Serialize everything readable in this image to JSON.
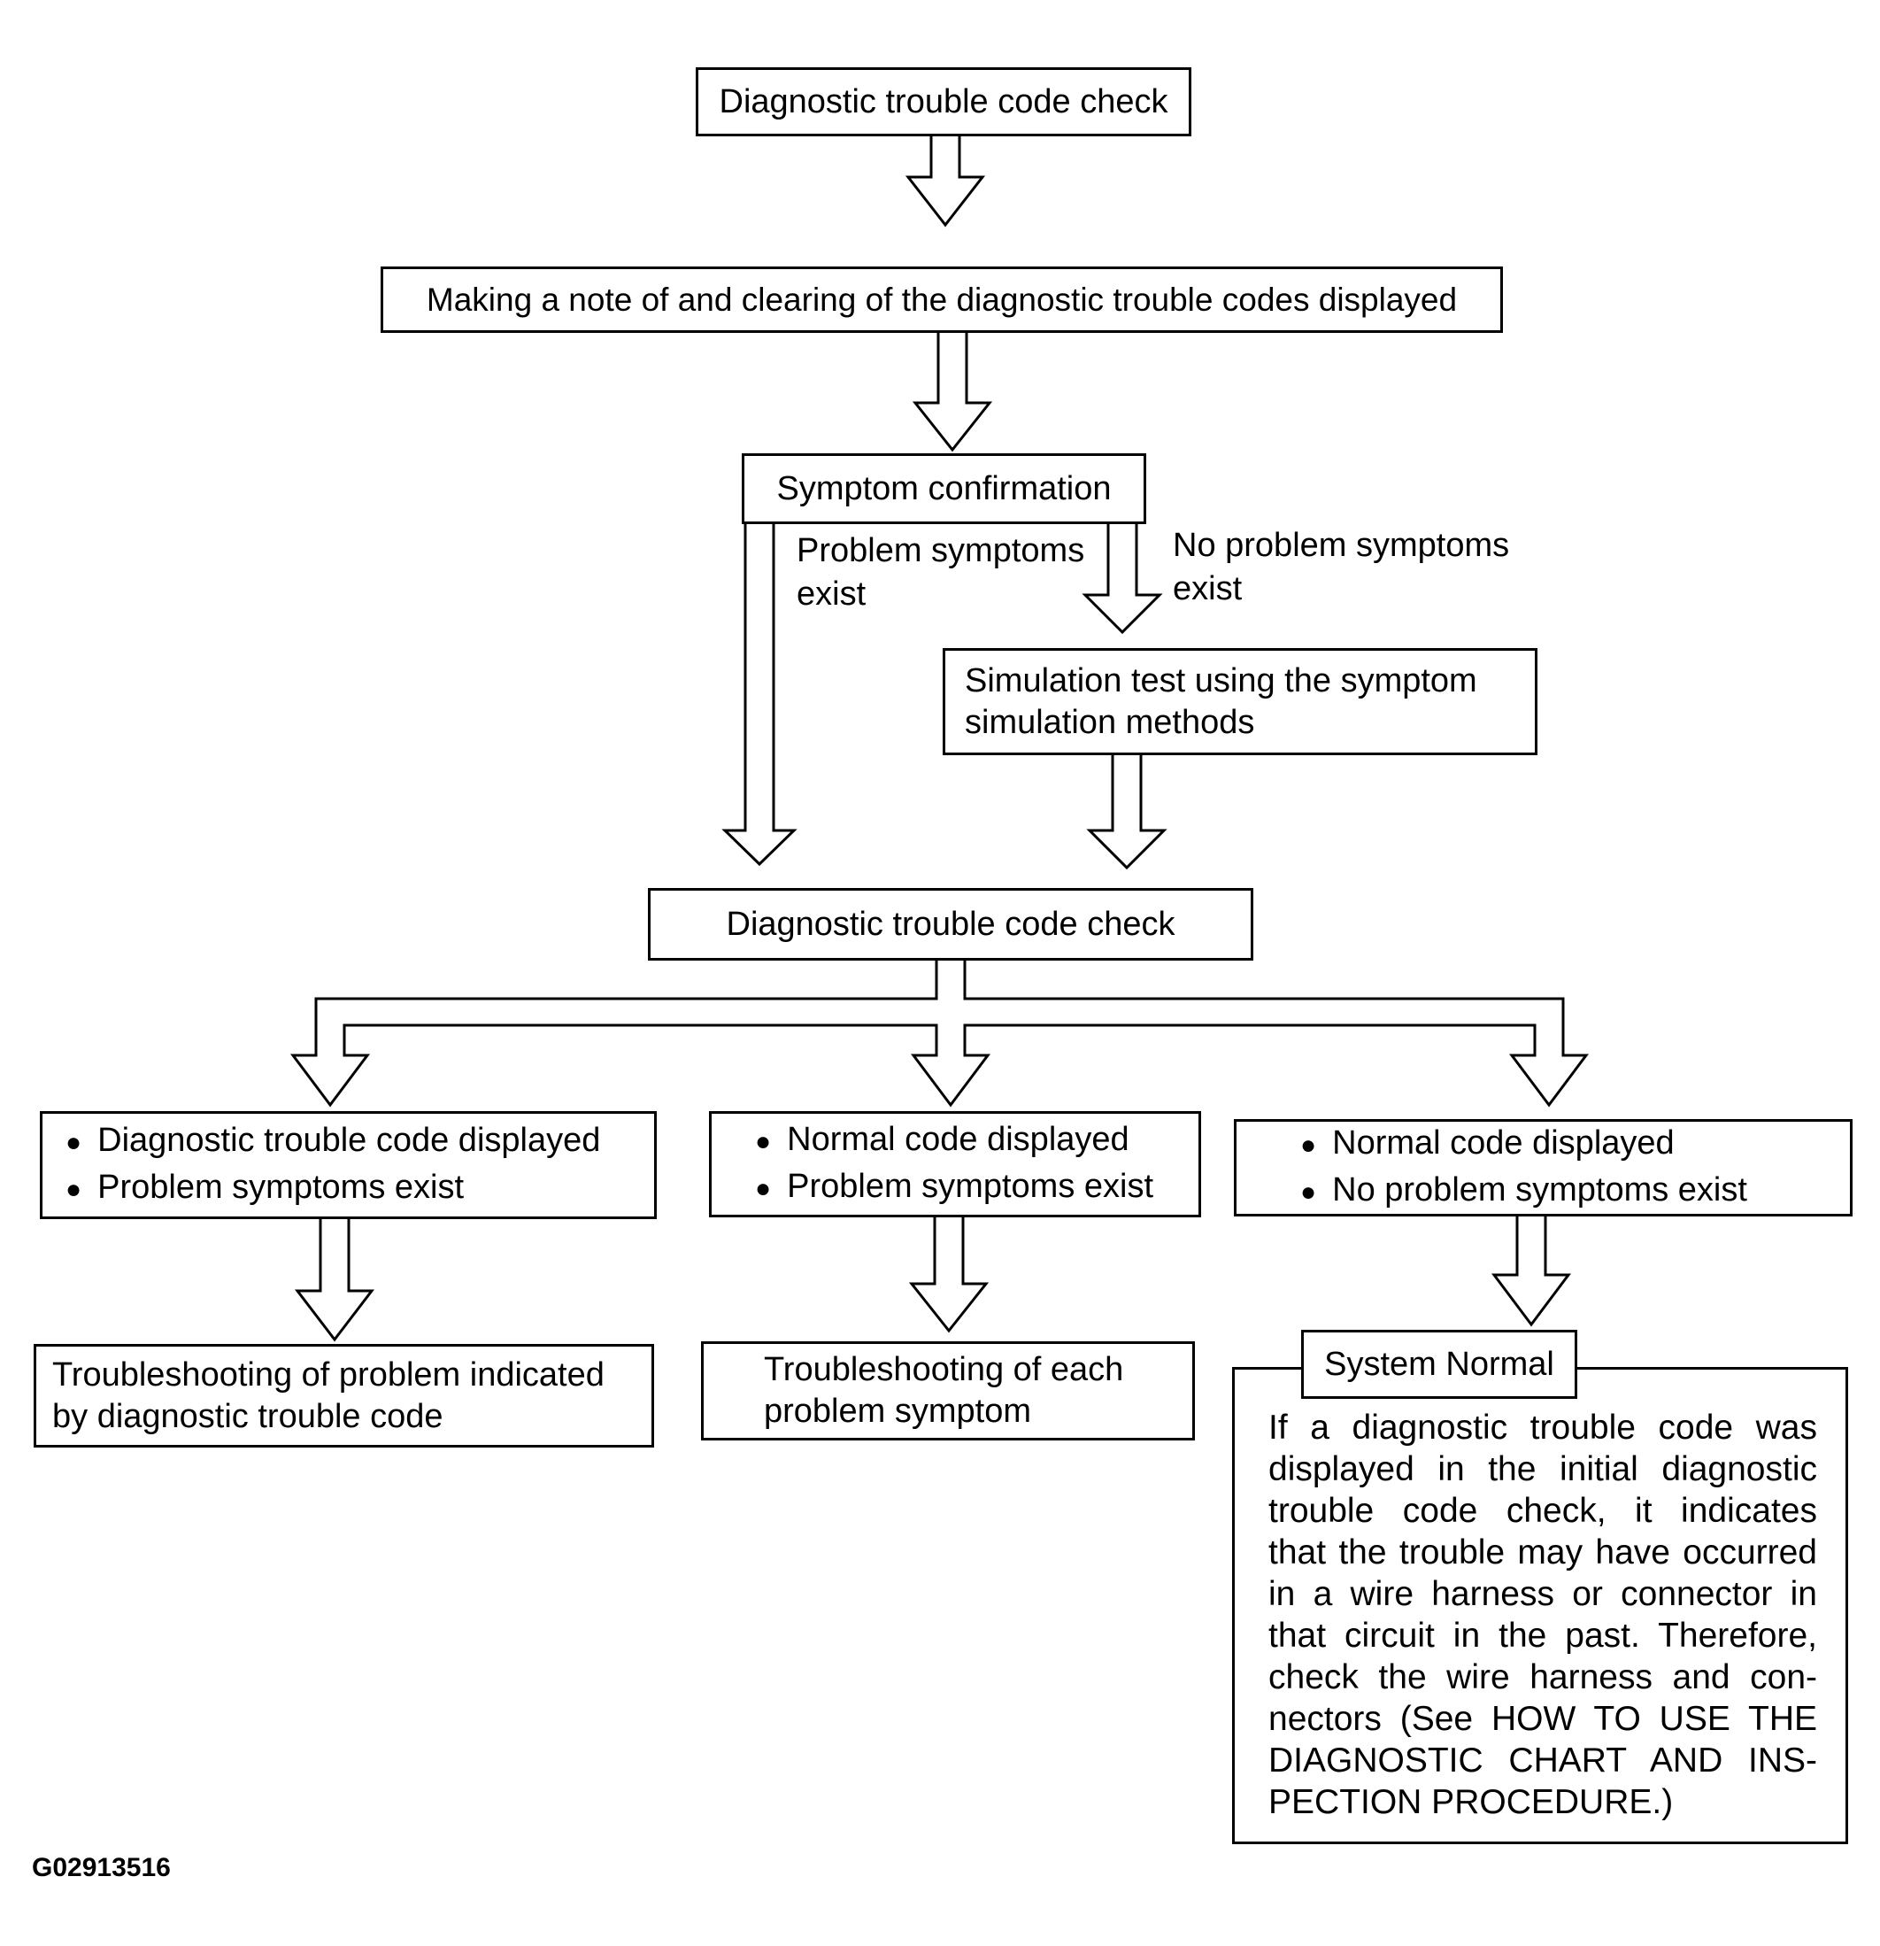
{
  "colors": {
    "ink": "#000000",
    "paper": "#ffffff"
  },
  "bullet_glyph": "●",
  "boxes": {
    "dtc_check_top": {
      "label": "Diagnostic trouble code check"
    },
    "making_note": {
      "label": "Making a note of and clearing of the diagnostic trouble codes displayed"
    },
    "symptom_confirmation": {
      "label": "Symptom confirmation"
    },
    "simulation_test": {
      "line1": "Simulation test using the symptom",
      "line2": "simulation methods"
    },
    "dtc_check_mid": {
      "label": "Diagnostic trouble code check"
    },
    "outcome_left": {
      "bullet1": "Diagnostic trouble code displayed",
      "bullet2": "Problem symptoms exist"
    },
    "outcome_mid": {
      "bullet1": "Normal code displayed",
      "bullet2": "Problem symptoms exist"
    },
    "outcome_right": {
      "bullet1": "Normal code displayed",
      "bullet2": "No problem symptoms exist"
    },
    "result_left": {
      "line1": "Troubleshooting of problem indicated",
      "line2": "by diagnostic trouble code"
    },
    "result_mid": {
      "line1": "Troubleshooting of each",
      "line2": "problem symptom"
    },
    "system_normal": {
      "label": "System Normal"
    },
    "system_normal_note": {
      "lines": [
        "If a diagnostic trouble code was",
        "displayed in the initial diagnostic",
        "trouble code check, it indicates",
        "that the trouble may have occurred",
        "in a wire harness or connector in",
        "that circuit in the past. Therefore,",
        "check the wire harness and con-",
        "nectors (See HOW TO USE THE",
        "DIAGNOSTIC CHART AND INS-",
        "PECTION PROCEDURE.)"
      ]
    }
  },
  "edge_labels": {
    "problem_line1": "Problem symptoms",
    "problem_line2": "exist",
    "no_problem_line1": "No problem symptoms",
    "no_problem_line2": "exist"
  },
  "footer": {
    "figure_code": "G02913516"
  }
}
